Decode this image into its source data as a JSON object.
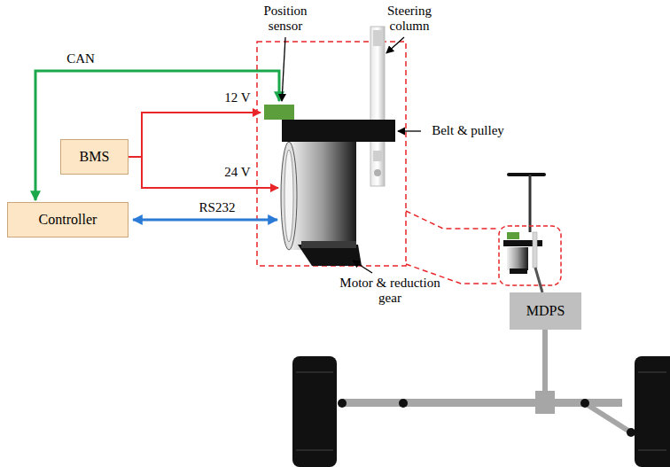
{
  "diagram": {
    "nodes": [
      {
        "text": [
          "BMS"
        ]
      },
      {
        "text": [
          "Controller"
        ]
      },
      {
        "text": [
          "MDPS"
        ]
      }
    ],
    "labels": [
      "Position sensor",
      "Steering column",
      "CAN",
      "12 V",
      "24 V",
      "Belt & pulley",
      "RS232",
      "Motor & reduction gear"
    ]
  }
}
